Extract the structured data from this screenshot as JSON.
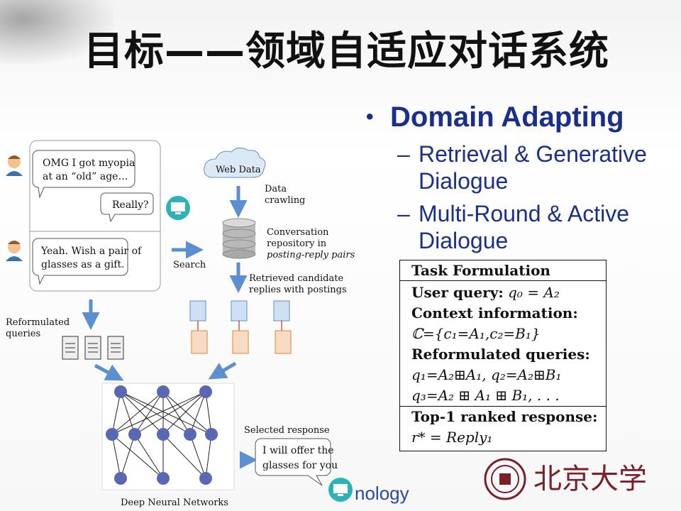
{
  "slide": {
    "title": "目标——领域自适应对话系统",
    "bullet_main": "Domain Adapting",
    "sub_bullets": [
      "Retrieval & Generative Dialogue",
      "Multi-Round & Active Dialogue"
    ],
    "footer_partial": "nology",
    "logo_text": "北京大学"
  },
  "task_box": {
    "heading": "Task Formulation",
    "user_query_label": "User query:",
    "user_query_value": "q₀ = A₂",
    "context_label": "Context information:",
    "context_value": "ℂ={c₁=A₁,c₂=B₁}",
    "reform_label": "Reformulated queries:",
    "reform_line1": "q₁=A₂⊞A₁, q₂=A₂⊞B₁",
    "reform_line2": "q₃=A₂ ⊞ A₁ ⊞ B₁, . . .",
    "top1_label": "Top-1 ranked response:",
    "top1_value": "r* = Reply₁"
  },
  "diagram": {
    "msg1": "OMG I got myopia",
    "msg1b": "at an “old” age…",
    "msg2": "Really?",
    "msg3": "Yeah. Wish a pair of",
    "msg3b": "glasses as a gift.",
    "web_data": "Web Data",
    "data_crawling_1": "Data",
    "data_crawling_2": "crawling",
    "repo_1": "Conversation",
    "repo_2": "repository in",
    "repo_3": "posting-reply pairs",
    "search": "Search",
    "retrieved_1": "Retrieved candidate",
    "retrieved_2": "replies with postings",
    "reformulated_1": "Reformulated",
    "reformulated_2": "queries",
    "selected": "Selected  response",
    "reply_1": "I will offer the",
    "reply_2": "glasses for you",
    "dnn": "Deep Neural Networks"
  }
}
